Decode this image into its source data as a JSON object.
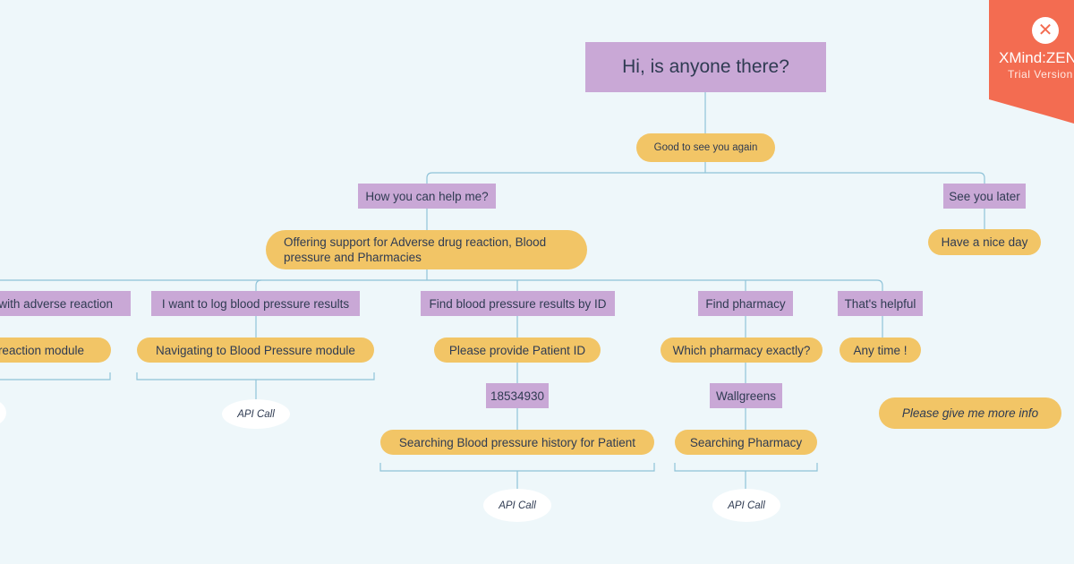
{
  "colors": {
    "background": "#eef7fa",
    "user_node": "#c9a8d6",
    "bot_node": "#f2c566",
    "connector": "#8fc3d8",
    "api_node": "#ffffff",
    "watermark": "#f36c51"
  },
  "diagram": {
    "root": "Hi, is anyone there?",
    "greeting": "Good to see you again",
    "help_question": "How you can help me?",
    "offer": "Offering support for Adverse drug reaction, Blood pressure and Pharmacies",
    "see_you": "See you later",
    "nice_day": "Have a nice day",
    "adverse_user": "with adverse reaction",
    "adverse_bot": "reaction module",
    "log_bp_user": "I want to log blood pressure results",
    "log_bp_bot": "Navigating to Blood Pressure module",
    "find_bp_user": "Find blood pressure results by ID",
    "find_bp_bot": "Please provide Patient ID",
    "patient_id": "18534930",
    "find_bp_search": "Searching Blood pressure history for Patient",
    "pharmacy_user": "Find pharmacy",
    "pharmacy_bot": "Which pharmacy exactly?",
    "pharmacy_name": "Wallgreens",
    "pharmacy_search": "Searching Pharmacy",
    "helpful_user": "That's helpful",
    "helpful_bot": "Any time !",
    "more_info": "Please give me more info",
    "api_call": "API Call"
  },
  "watermark": {
    "title": "XMind:ZEN",
    "subtitle": "Trial Version",
    "icon": "xmind-x-icon"
  }
}
